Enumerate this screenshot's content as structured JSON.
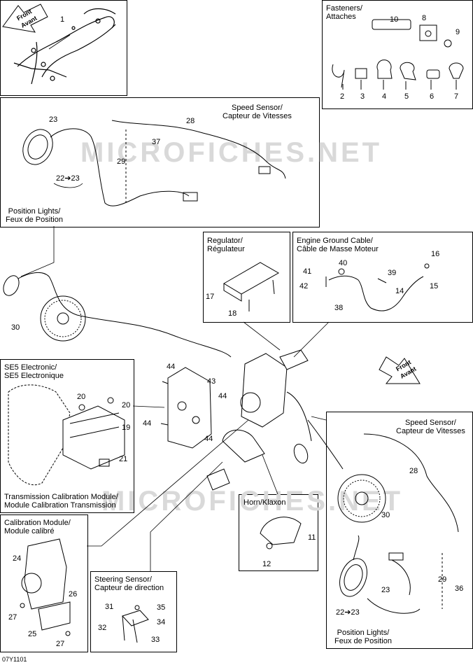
{
  "watermark": "MICROFICHES.NET",
  "diagram_code": "07Y1101",
  "front_arrow": {
    "line1": "Front",
    "line2": "Avant"
  },
  "boxes": {
    "fasteners": {
      "line1": "Fasteners/",
      "line2": "Attaches"
    },
    "speed_sensor_top": {
      "line1": "Speed Sensor/",
      "line2": "Capteur de Vitesses"
    },
    "position_lights_top": {
      "line1": "Position Lights/",
      "line2": "Feux de Position"
    },
    "regulator": {
      "line1": "Regulator/",
      "line2": "Régulateur"
    },
    "ground_cable": {
      "line1": "Engine Ground Cable/",
      "line2": "Câble de Masse Moteur"
    },
    "se5": {
      "line1": "SE5 Electronic/",
      "line2": "SE5 Electronique"
    },
    "tcm": {
      "line1": "Transmission Calibration Module/",
      "line2": "Module Calibration Transmission"
    },
    "speed_sensor_right": {
      "line1": "Speed Sensor/",
      "line2": "Capteur de Vitesses"
    },
    "horn": {
      "line1": "Horn/Klaxon"
    },
    "calibration": {
      "line1": "Calibration Module/",
      "line2": "Module calibré"
    },
    "steering": {
      "line1": "Steering Sensor/",
      "line2": "Capteur de direction"
    },
    "position_lights_right": {
      "line1": "Position Lights/",
      "line2": "Feux de Position"
    }
  },
  "callouts": {
    "c1": "1",
    "c2": "2",
    "c3": "3",
    "c4": "4",
    "c5": "5",
    "c6": "6",
    "c7": "7",
    "c8": "8",
    "c9": "9",
    "c10": "10",
    "c11": "11",
    "c12": "12",
    "c14": "14",
    "c15": "15",
    "c16": "16",
    "c17": "17",
    "c18": "18",
    "c19": "19",
    "c20a": "20",
    "c20b": "20",
    "c21": "21",
    "c22a": "22➔23",
    "c22b": "22➔23",
    "c23a": "23",
    "c23b": "23",
    "c24": "24",
    "c25": "25",
    "c26": "26",
    "c27a": "27",
    "c27b": "27",
    "c28a": "28",
    "c28b": "28",
    "c29a": "29",
    "c29b": "29",
    "c30a": "30",
    "c30b": "30",
    "c31": "31",
    "c32": "32",
    "c33": "33",
    "c34": "34",
    "c35": "35",
    "c36": "36",
    "c37": "37",
    "c38": "38",
    "c39": "39",
    "c40": "40",
    "c41": "41",
    "c42": "42",
    "c43": "43",
    "c44a": "44",
    "c44b": "44",
    "c44c": "44",
    "c44d": "44"
  }
}
